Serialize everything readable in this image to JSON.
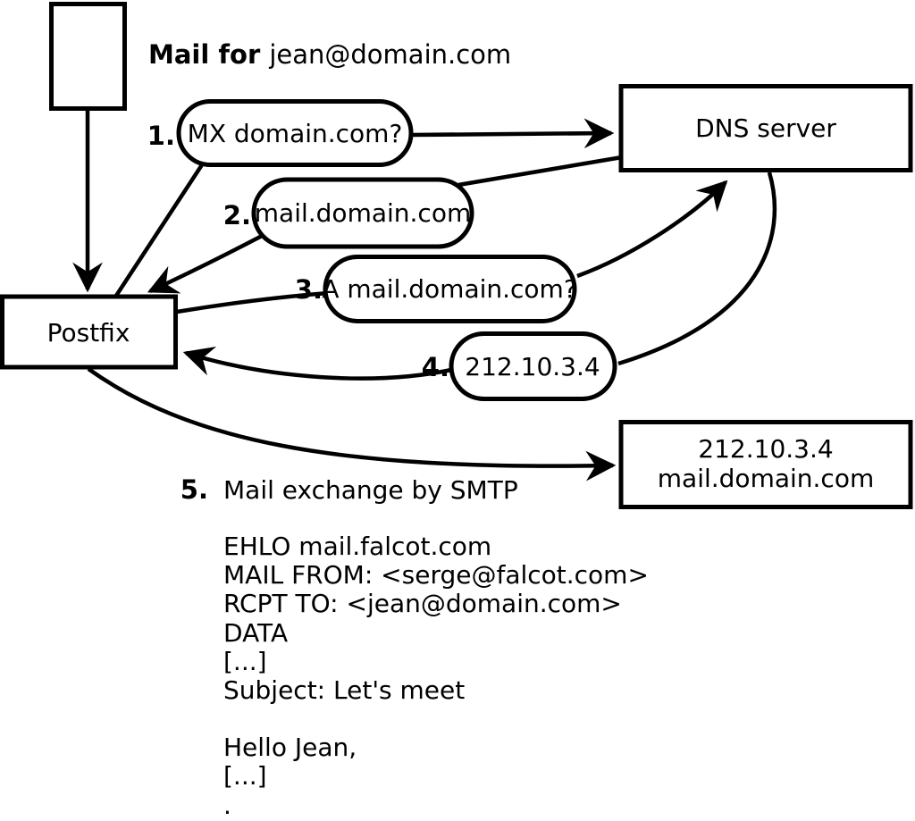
{
  "diagram": {
    "title": {
      "prefix": "Mail for ",
      "address": "jean@domain.com"
    },
    "nodes": {
      "postfix": {
        "label": "Postfix"
      },
      "dns_server": {
        "label": "DNS server"
      },
      "mail_server": {
        "line1": "212.10.3.4",
        "line2": "mail.domain.com"
      }
    },
    "steps": [
      {
        "number": "1.",
        "label": "MX domain.com?"
      },
      {
        "number": "2.",
        "label": "mail.domain.com"
      },
      {
        "number": "3.",
        "label": "A mail.domain.com?"
      },
      {
        "number": "4.",
        "label": "212.10.3.4"
      },
      {
        "number": "5.",
        "label": "Mail exchange by SMTP"
      }
    ],
    "smtp_session": {
      "lines": [
        "EHLO mail.falcot.com",
        "MAIL FROM: <serge@falcot.com>",
        "RCPT TO: <jean@domain.com>",
        "DATA",
        "[...]",
        "Subject: Let's meet",
        "",
        "Hello Jean,",
        "[...]",
        "."
      ]
    },
    "colors": {
      "line": "#000000",
      "background": "#ffffff",
      "node_fill": "#ffffff"
    }
  }
}
